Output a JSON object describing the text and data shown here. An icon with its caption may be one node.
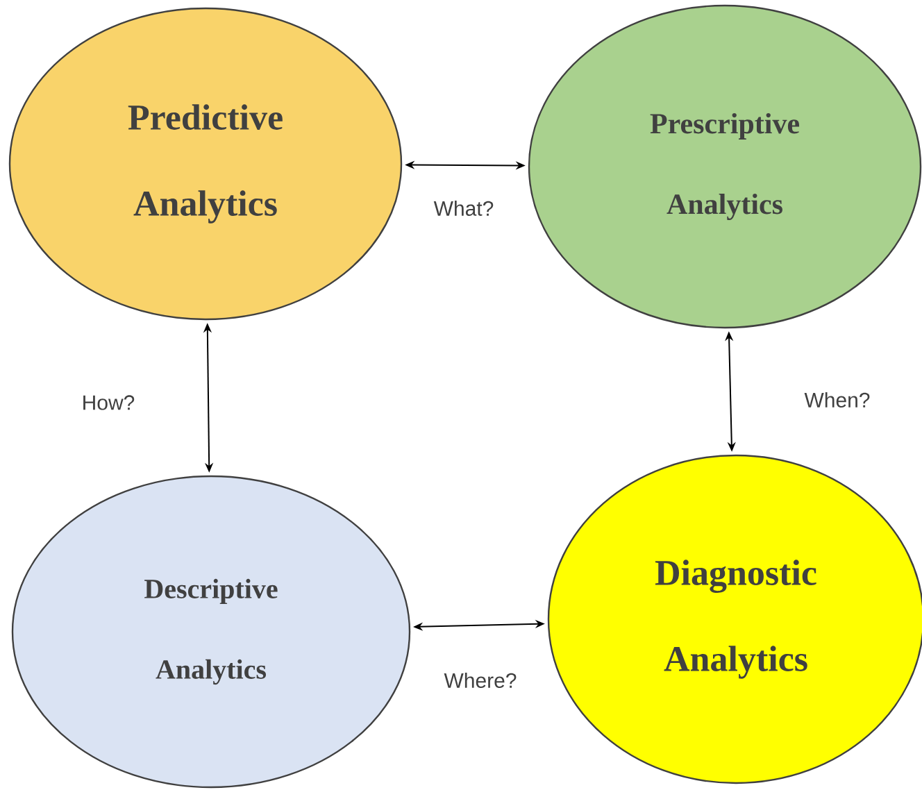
{
  "diagram": {
    "nodes": [
      {
        "text": [
          "Predictive Analytics"
        ]
      },
      {
        "text": [
          "Prescriptive Analytics"
        ]
      },
      {
        "text": [
          "Descriptive Analytics"
        ]
      },
      {
        "text": [
          "Diagnostic Analytics"
        ]
      }
    ],
    "edges": [
      {
        "from": 0,
        "to": 1,
        "arrow": "both",
        "label": "What?"
      },
      {
        "from": 0,
        "to": 2,
        "arrow": "both",
        "label": "How?"
      },
      {
        "from": 1,
        "to": 3,
        "arrow": "both",
        "label": "When?"
      },
      {
        "from": 2,
        "to": 3,
        "arrow": "both",
        "label": "Where?"
      }
    ]
  }
}
